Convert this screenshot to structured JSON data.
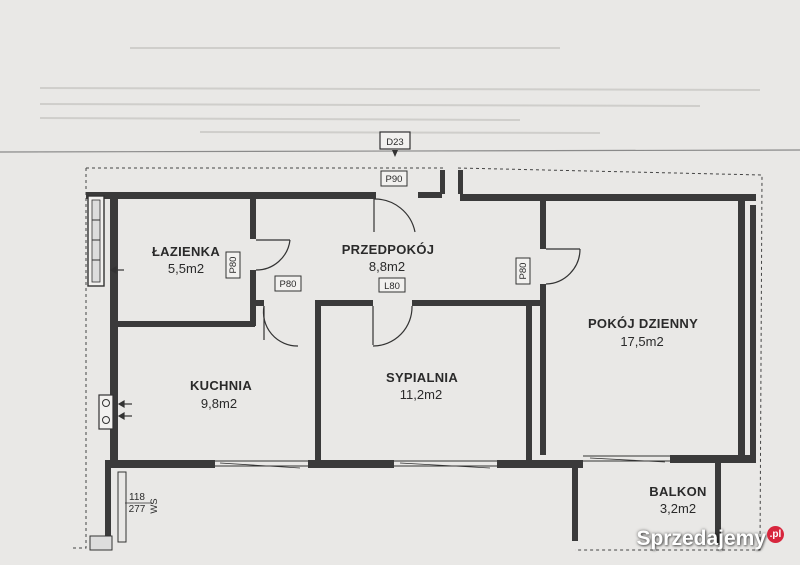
{
  "unit_label": "D23",
  "rooms": {
    "lazienka": {
      "name": "ŁAZIENKA",
      "area": "5,5m2"
    },
    "przedpokoj": {
      "name": "PRZEDPOKÓJ",
      "area": "8,8m2"
    },
    "pokoj_dzienny": {
      "name": "POKÓJ DZIENNY",
      "area": "17,5m2"
    },
    "kuchnia": {
      "name": "KUCHNIA",
      "area": "9,8m2"
    },
    "sypialnia": {
      "name": "SYPIALNIA",
      "area": "11,2m2"
    },
    "balkon": {
      "name": "BALKON",
      "area": "3,2m2"
    }
  },
  "doors": {
    "entry": "P90",
    "bath_side": "P80",
    "bath_front": "P80",
    "bedroom": "L80",
    "living": "P80"
  },
  "window_marks": {
    "top": "118",
    "bottom": "277",
    "side": "WS"
  },
  "watermark": {
    "text": "Sprzedajemy",
    "suffix": ".pl"
  }
}
